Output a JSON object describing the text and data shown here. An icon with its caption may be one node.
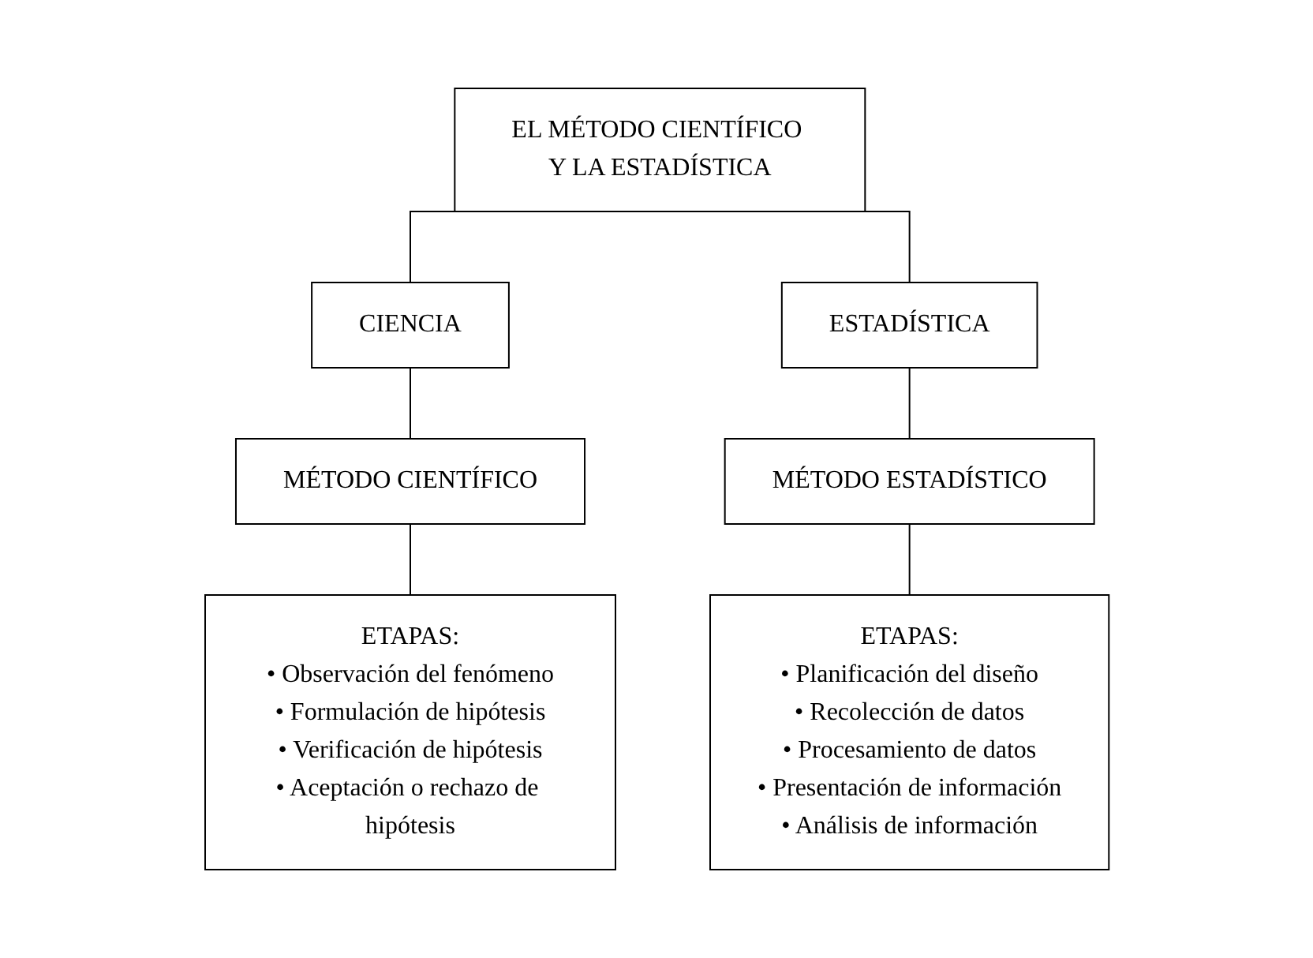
{
  "diagram": {
    "nodes": [
      {
        "text": [
          "EL MÉTODO CIENTÍFICO Y LA ESTADÍSTICA"
        ]
      },
      {
        "text": [
          "CIENCIA"
        ]
      },
      {
        "text": [
          "ESTADÍSTICA"
        ]
      },
      {
        "text": [
          "MÉTODO CIENTÍFICO"
        ]
      },
      {
        "text": [
          "MÉTODO ESTADÍSTICO"
        ]
      },
      {
        "text": [
          "ETAPAS:",
          "• Observación del fenómeno",
          "• Formulación de hipótesis",
          "• Verificación de hipótesis",
          "• Aceptación o rechazo de hipótesis"
        ]
      },
      {
        "text": [
          "ETAPAS:",
          "• Planificación del diseño",
          "• Recolección de datos",
          "• Procesamiento de datos",
          "• Presentación de información",
          "• Análisis de información"
        ]
      }
    ],
    "edges": [
      {
        "from": 0,
        "to": 1,
        "arrow": "none"
      },
      {
        "from": 0,
        "to": 2,
        "arrow": "none"
      },
      {
        "from": 1,
        "to": 3,
        "arrow": "none"
      },
      {
        "from": 2,
        "to": 4,
        "arrow": "none"
      },
      {
        "from": 3,
        "to": 5,
        "arrow": "none"
      },
      {
        "from": 4,
        "to": 6,
        "arrow": "none"
      }
    ]
  }
}
